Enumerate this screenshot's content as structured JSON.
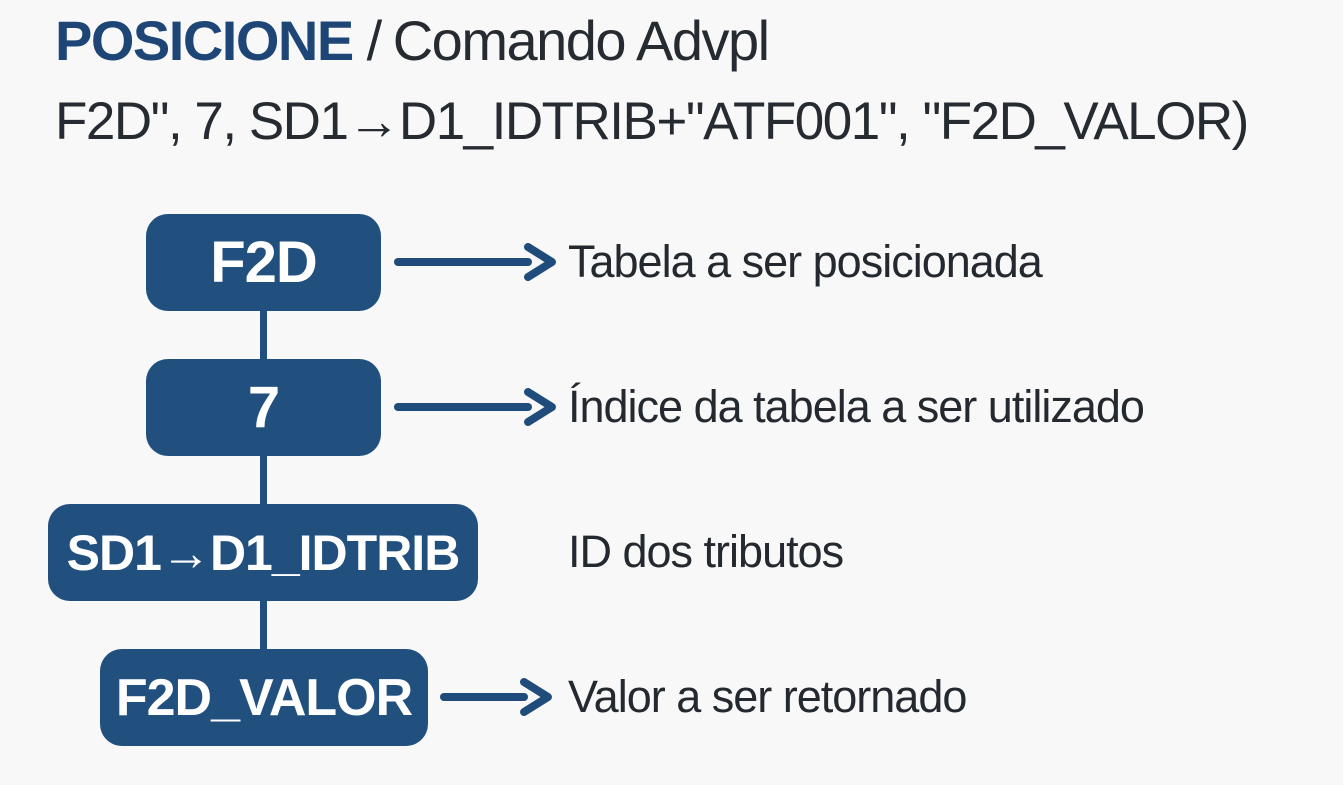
{
  "header": {
    "title": "POSICIONE",
    "separator": "/",
    "subtitle": "Comando Advpl",
    "code_line": "F2D\", 7, SD1→D1_IDTRIB+\"ATF001\", \"F2D_VALOR)"
  },
  "colors": {
    "navy": "#1f4c7a",
    "box_fill": "#21507f",
    "box_text": "#ffffff",
    "text_dark": "#24292f",
    "background": "#f8f8f8"
  },
  "diagram": {
    "rows": [
      {
        "box_label": "F2D",
        "description": "Tabela a ser posicionada",
        "has_arrow": true
      },
      {
        "box_label": "7",
        "description": "Índice da tabela a ser utilizado",
        "has_arrow": true
      },
      {
        "box_label": "SD1→D1_IDTRIB",
        "description": "ID dos tributos",
        "has_arrow": false
      },
      {
        "box_label": "F2D_VALOR",
        "description": "Valor a ser retornado",
        "has_arrow": true
      }
    ]
  }
}
